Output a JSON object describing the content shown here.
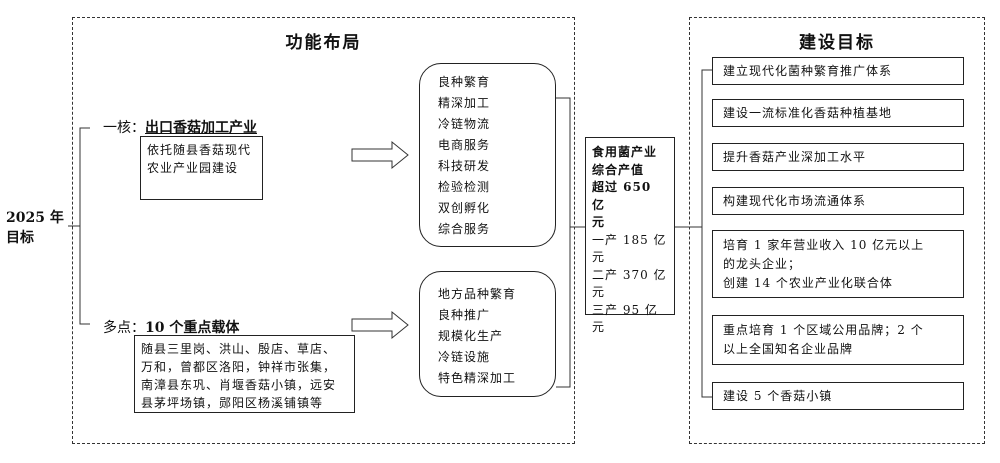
{
  "root": {
    "line1": "2025 年",
    "line2": "目标"
  },
  "layout_panel": {
    "title": "功能布局",
    "core": {
      "prefix": "一核：",
      "name": "出口香菇加工产业",
      "desc": "依托随县香菇现代农业产业园建设"
    },
    "multi": {
      "prefix": "多点：",
      "name": "10 个重点载体",
      "desc": "随县三里岗、洪山、殷店、草店、万和，曾都区洛阳，钟祥市张集，南漳县东巩、肖堰香菇小镇，远安县茅坪场镇，郧阳区杨溪铺镇等"
    },
    "core_functions": [
      "良种繁育",
      "精深加工",
      "冷链物流",
      "电商服务",
      "科技研发",
      "检验检测",
      "双创孵化",
      "综合服务"
    ],
    "multi_functions": [
      "地方品种繁育",
      "良种推广",
      "规模化生产",
      "冷链设施",
      "特色精深加工"
    ]
  },
  "output_value": {
    "title_lines": [
      "食用菌产业",
      "综合产值",
      "超过 650 亿",
      "元"
    ],
    "detail_lines": [
      "一产 185 亿",
      "元",
      "二产 370 亿",
      "元",
      "三产 95 亿元"
    ]
  },
  "goals_panel": {
    "title": "建设目标",
    "goals": [
      {
        "lines": [
          "建立现代化菌种繁育推广体系"
        ]
      },
      {
        "lines": [
          "建设一流标准化香菇种植基地"
        ]
      },
      {
        "lines": [
          "提升香菇产业深加工水平"
        ]
      },
      {
        "lines": [
          "构建现代化市场流通体系"
        ]
      },
      {
        "lines": [
          "培育 1 家年营业收入 10 亿元以上",
          "的龙头企业；",
          "创建 14 个农业产业化联合体"
        ]
      },
      {
        "lines": [
          "重点培育 1 个区域公用品牌；2 个",
          "以上全国知名企业品牌"
        ]
      },
      {
        "lines": [
          "建设 5 个香菇小镇"
        ]
      }
    ]
  }
}
